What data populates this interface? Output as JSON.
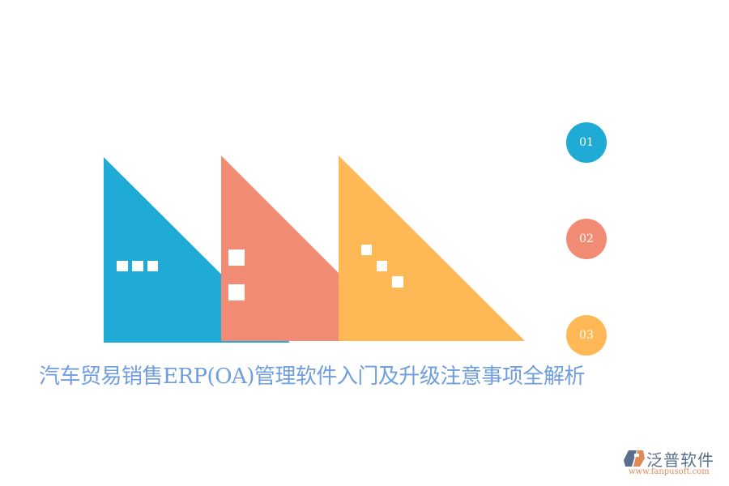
{
  "title": "汽车贸易销售ERP(OA)管理软件入门及升级注意事项全解析",
  "colors": {
    "blue": "#1fabd5",
    "red": "#f28b73",
    "orange": "#feb856",
    "title": "#6f9ee0",
    "logo_text": "#5b6f8c",
    "logo_url": "#e08a5a"
  },
  "steps": [
    {
      "number": "01",
      "color": "#1fabd5"
    },
    {
      "number": "02",
      "color": "#f28b73"
    },
    {
      "number": "03",
      "color": "#feb856"
    }
  ],
  "logo": {
    "name": "泛普软件",
    "url": "www.fanpusoft.com",
    "icon": "fanpu-logo-icon"
  }
}
